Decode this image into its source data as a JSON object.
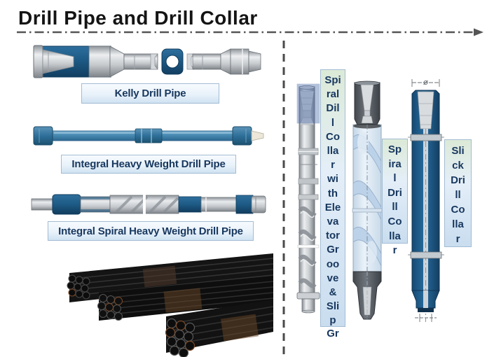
{
  "title": "Drill Pipe and Drill Collar",
  "left_panel": {
    "labels": {
      "kelly": "Kelly Drill Pipe",
      "integral_heavy": "Integral Heavy Weight Drill Pipe",
      "integral_spiral_heavy": "Integral Spiral Heavy Weight Drill Pipe"
    }
  },
  "right_panel": {
    "collar1_label_lines": "Spi\nral\nDil\nl\nCo\nlla\nr\nwi\nth\nEle\nva\ntor\nGr\noo\nve\n&\nSli\np",
    "collar1_label_overflow": "Gr",
    "collar2_label_lines": "Sp\nira\nl\nDri\nll\nCo\nlla",
    "collar2_label_overflow": "r",
    "collar3_label_lines": "Sli\nck\nDri\nll\nCo\nlla\nr"
  },
  "colors": {
    "title_text": "#141414",
    "dash_line": "#555555",
    "label_text": "#17375e",
    "label_border": "#a3bcd3",
    "label_bg_bottom": "#c9ddef",
    "pipe_dark_blue": "#1d5a85",
    "pipe_mid_blue": "#4a8cb4",
    "collar_dark_blue": "#1e5c8c",
    "steel_light": "#e8eaec",
    "steel_dark": "#85888c",
    "photo_pipe_black": "#121212",
    "rust_accent": "#7c4a28"
  }
}
